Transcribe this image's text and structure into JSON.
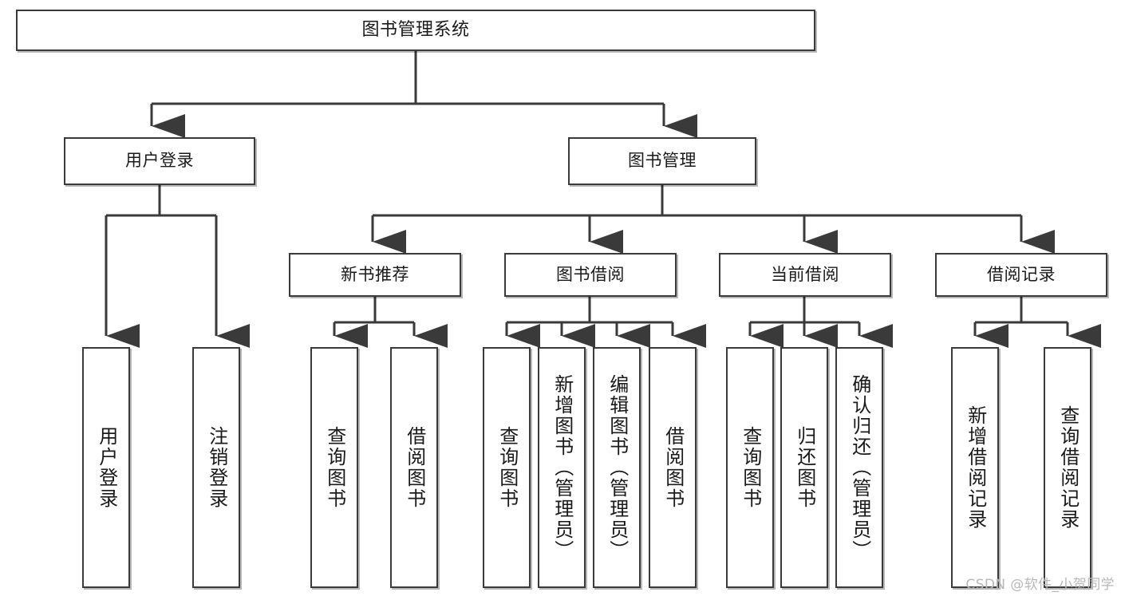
{
  "diagram": {
    "type": "tree",
    "title": "图书管理系统",
    "root": {
      "id": "root",
      "label": "图书管理系统"
    },
    "level1": [
      {
        "id": "user-login",
        "label": "用户登录"
      },
      {
        "id": "book-manage",
        "label": "图书管理"
      }
    ],
    "level2": [
      {
        "id": "new-book-rec",
        "label": "新书推荐",
        "parent": "book-manage"
      },
      {
        "id": "book-borrow",
        "label": "图书借阅",
        "parent": "book-manage"
      },
      {
        "id": "current-borrow",
        "label": "当前借阅",
        "parent": "book-manage"
      },
      {
        "id": "borrow-record",
        "label": "借阅记录",
        "parent": "book-manage"
      }
    ],
    "leaves": [
      {
        "id": "leaf-user-login",
        "label": "用户登录",
        "parent": "user-login"
      },
      {
        "id": "leaf-logout",
        "label": "注销登录",
        "parent": "user-login"
      },
      {
        "id": "leaf-query-book-1",
        "label": "查询图书",
        "parent": "new-book-rec"
      },
      {
        "id": "leaf-borrow-book-1",
        "label": "借阅图书",
        "parent": "new-book-rec"
      },
      {
        "id": "leaf-query-book-2",
        "label": "查询图书",
        "parent": "book-borrow"
      },
      {
        "id": "leaf-add-book",
        "label": "新增图书（管理员）",
        "parent": "book-borrow"
      },
      {
        "id": "leaf-edit-book",
        "label": "编辑图书（管理员）",
        "parent": "book-borrow"
      },
      {
        "id": "leaf-borrow-book-2",
        "label": "借阅图书",
        "parent": "book-borrow"
      },
      {
        "id": "leaf-query-book-3",
        "label": "查询图书",
        "parent": "current-borrow"
      },
      {
        "id": "leaf-return-book",
        "label": "归还图书",
        "parent": "current-borrow"
      },
      {
        "id": "leaf-confirm-return",
        "label": "确认归还（管理员）",
        "parent": "current-borrow"
      },
      {
        "id": "leaf-add-record",
        "label": "新增借阅记录",
        "parent": "borrow-record"
      },
      {
        "id": "leaf-query-record",
        "label": "查询借阅记录",
        "parent": "borrow-record"
      }
    ]
  },
  "watermark": {
    "text": "CSDN @软件_小贺同学"
  },
  "colors": {
    "border": "#3a3a3a",
    "background": "#ffffff",
    "text": "#1a1a1a",
    "watermark": "#b8b8b8"
  }
}
